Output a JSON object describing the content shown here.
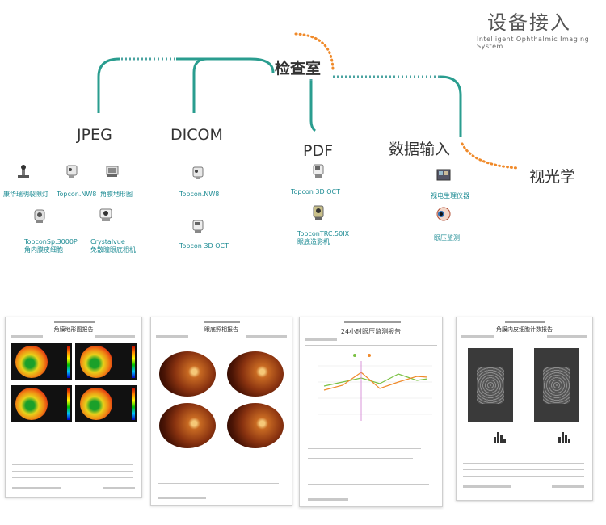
{
  "header": {
    "title": "设备接入",
    "subtitle": "Intelligent Ophthalmic Imaging System"
  },
  "hub": {
    "label": "检查室"
  },
  "categories": {
    "jpeg": "JPEG",
    "dicom": "DICOM",
    "pdf": "PDF",
    "data_input": "数据输入",
    "optometry": "视光学"
  },
  "devices": {
    "jpeg": [
      {
        "label": "康华瑞明裂隙灯",
        "icon": "slit-lamp-icon"
      },
      {
        "label": "Topcon.NW8",
        "icon": "fundus-camera-icon"
      },
      {
        "label": "角膜地形图",
        "icon": "topographer-icon"
      },
      {
        "label": "TopconSp.3000P",
        "label2": "角内膜皮细胞",
        "icon": "specular-microscope-icon"
      },
      {
        "label": "Crystalvue",
        "label2": "免散瞳眼底相机",
        "icon": "fundus-camera-icon"
      }
    ],
    "dicom": [
      {
        "label": "Topcon.NW8",
        "icon": "fundus-camera-icon"
      },
      {
        "label": "Topcon 3D OCT",
        "icon": "oct-icon"
      }
    ],
    "pdf": [
      {
        "label": "Topcon  3D OCT",
        "icon": "oct-icon"
      },
      {
        "label": "TopconTRC.50IX",
        "label2": "眼底造影机",
        "icon": "angiography-icon"
      }
    ],
    "data_input": [
      {
        "label": "视电生理仪器",
        "icon": "electrophysiology-icon"
      },
      {
        "label": "眼压监测",
        "icon": "eyeball-icon"
      }
    ]
  },
  "reports": [
    {
      "title": "角膜地形图报告",
      "type": "topography"
    },
    {
      "title": "眼底照相报告",
      "type": "fundus"
    },
    {
      "title": "24小时眼压监测报告",
      "type": "iop-chart"
    },
    {
      "title": "角膜内皮细胞计数报告",
      "type": "endothelium"
    }
  ],
  "colors": {
    "line": "#2a9d8f",
    "dotted": "#4aa3a0",
    "orange": "#f08a2a",
    "label_teal": "#1e8c94"
  }
}
